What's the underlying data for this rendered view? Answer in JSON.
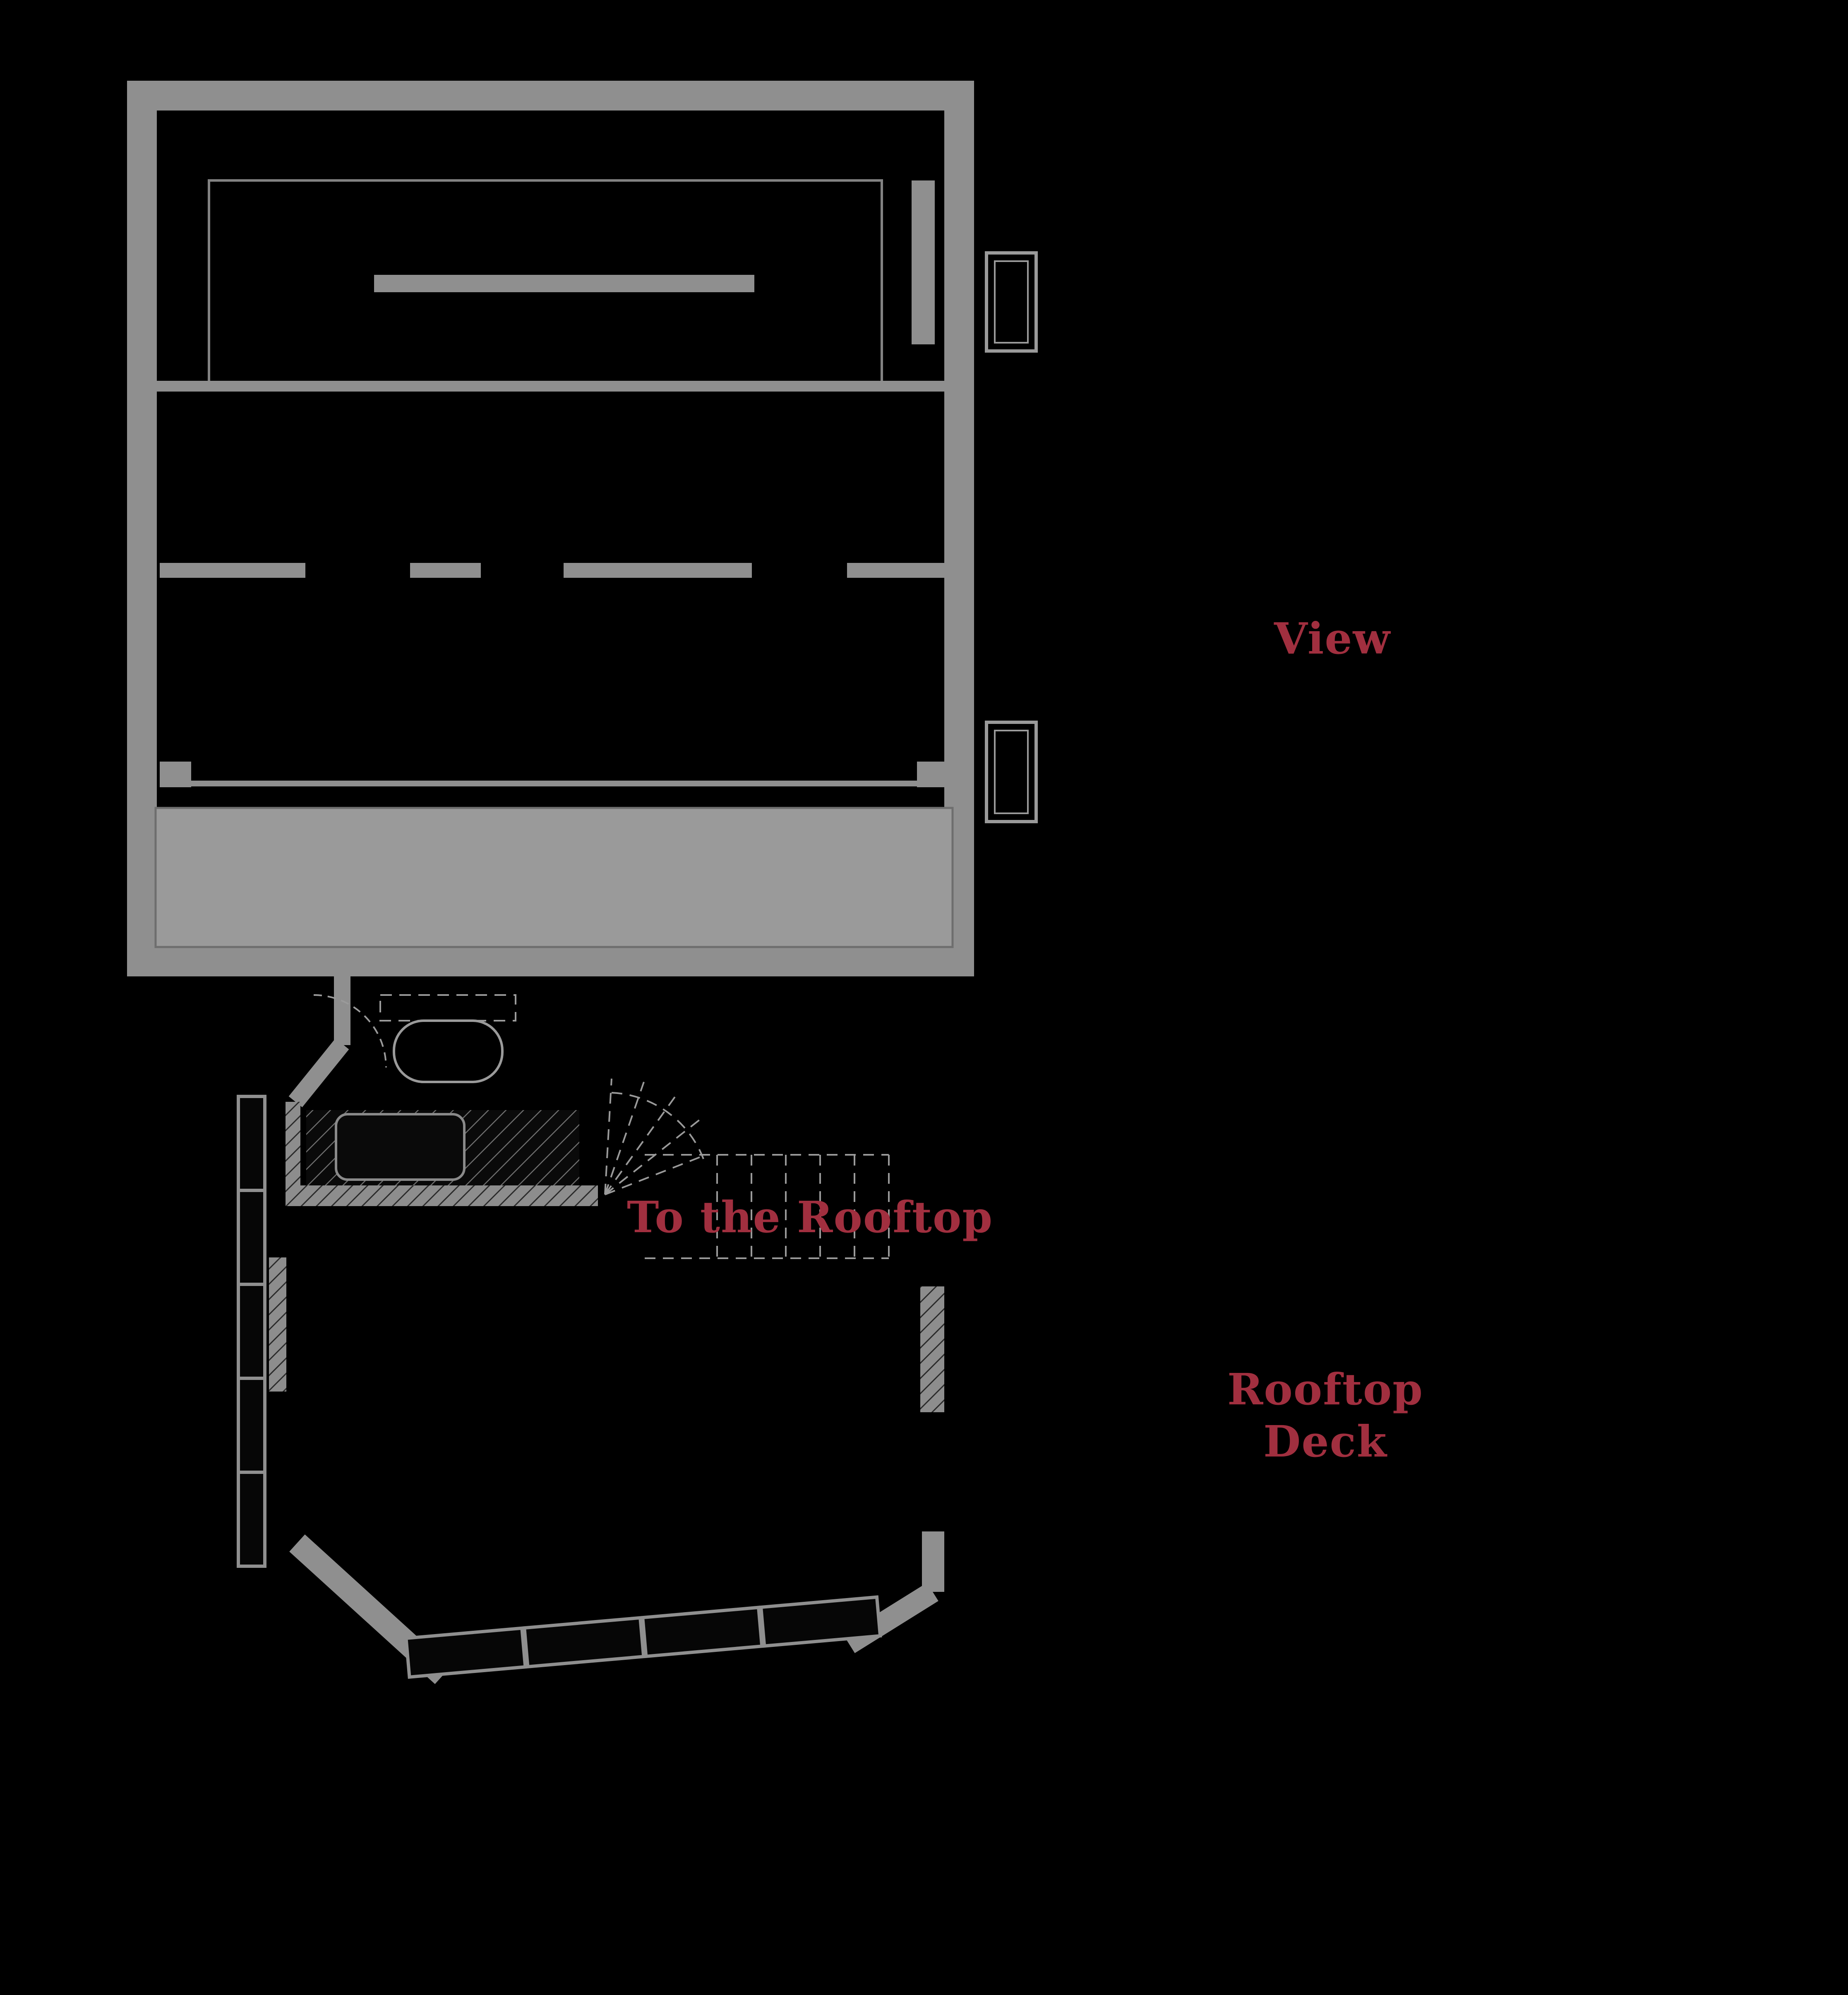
{
  "page": {
    "background": "#000000",
    "description": "Rooftop level architectural floor plan on black background"
  },
  "palette": {
    "accent_red": "#a12f3f",
    "wall_gray": "#8f8f8f",
    "light_gray": "#9a9a9a"
  },
  "labels": {
    "view": "View",
    "to_the_rooftop": "To the Rooftop",
    "rooftop_deck_line1": "Rooftop",
    "rooftop_deck_line2": "Deck"
  }
}
